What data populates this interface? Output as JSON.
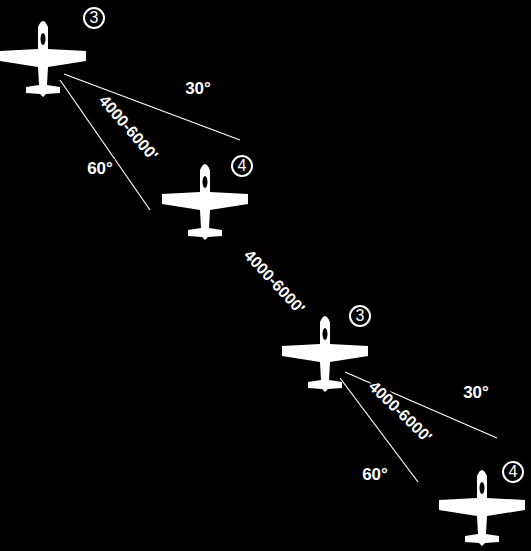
{
  "diagram": {
    "labels": [
      "3",
      "30°",
      "4000-6000'",
      "60°",
      "4",
      "4000-6000'",
      "3",
      "30°",
      "4000-6000'",
      "60°",
      "4"
    ]
  }
}
